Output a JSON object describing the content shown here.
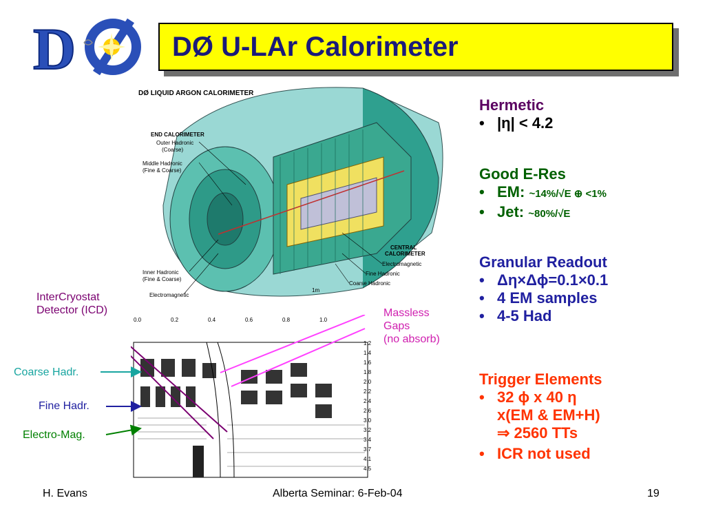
{
  "title": "DØ U-LAr Calorimeter",
  "top_figure": {
    "heading": "DØ LIQUID ARGON CALORIMETER",
    "labels": {
      "end_cal": "END CALORIMETER",
      "outer_hadronic": "Outer Hadronic",
      "coarse": "(Coarse)",
      "middle_hadronic": "Middle Hadronic",
      "fine_coarse": "(Fine & Coarse)",
      "central_cal_1": "CENTRAL",
      "central_cal_2": "CALORIMETER",
      "electromagnetic_r": "Electromagnetic",
      "fine_hadronic": "Fine Hadronic",
      "coarse_hadronic": "Coarse Hadronic",
      "inner_hadronic": "Inner Hadronic",
      "fine_coarse_2": "(Fine & Coarse)",
      "electromagnetic_l": "Electromagnetic",
      "scale": "1m"
    }
  },
  "bottom_figure": {
    "eta_top": [
      "0.0",
      "0.2",
      "0.4",
      "0.6",
      "0.8",
      "1.0"
    ],
    "eta_right": [
      "1.2",
      "1.4",
      "1.6",
      "1.8",
      "2.0",
      "2.2",
      "2.4",
      "2.6",
      "3.0",
      "3.2",
      "3.4",
      "3.7",
      "4.1",
      "4.5"
    ]
  },
  "annotations": {
    "icd_line1": "InterCryostat",
    "icd_line2": "Detector (ICD)",
    "massless_line1": "Massless",
    "massless_line2": "Gaps",
    "massless_line3": "(no absorb)",
    "coarse": "Coarse Hadr.",
    "fine": "Fine Hadr.",
    "em": "Electro-Mag."
  },
  "right": {
    "hermetic": {
      "heading": "Hermetic",
      "items": [
        "|η| < 4.2"
      ]
    },
    "eres": {
      "heading": "Good E-Res",
      "em_label": "EM:",
      "em_value": "~14%/√E ⊕ <1%",
      "jet_label": "Jet:",
      "jet_value": "~80%/√E"
    },
    "granular": {
      "heading": "Granular Readout",
      "items": [
        "Δη×Δϕ=0.1×0.1",
        "4 EM samples",
        "4-5 Had"
      ]
    },
    "trigger": {
      "heading": "Trigger Elements",
      "item1_line1": "32 ϕ x 40 η",
      "item1_line2": "x(EM & EM+H)",
      "item1_line3": "⇒ 2560 TTs",
      "item2": "ICR not used"
    },
    "bullet": "•"
  },
  "footer": {
    "left": "H. Evans",
    "center": "Alberta Seminar: 6-Feb-04",
    "right": "19"
  },
  "colors": {
    "title_bg": "#ffff00",
    "title_text": "#1a1a7a",
    "hermetic": "#5a0060",
    "eres": "#006000",
    "granular": "#2020a0",
    "trigger": "#ff3300",
    "massless": "#d020b0",
    "coarse": "#18a5a0",
    "fine": "#2020a0",
    "em": "#008000",
    "icd": "#7a0070"
  }
}
